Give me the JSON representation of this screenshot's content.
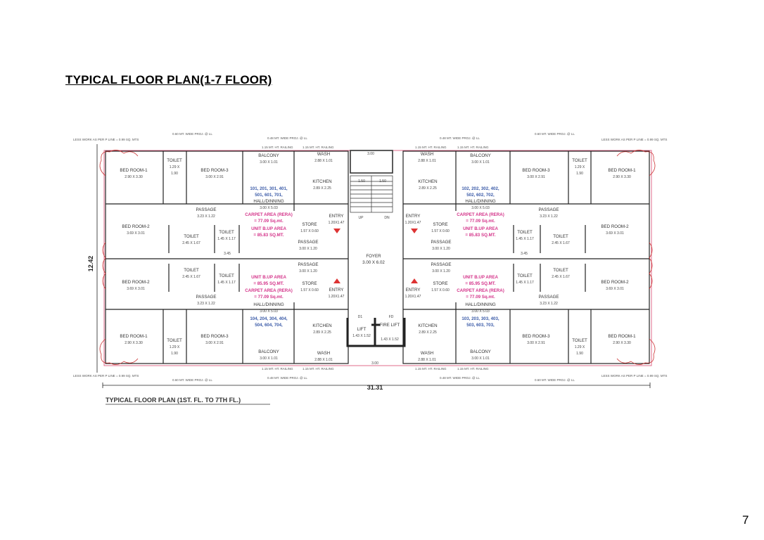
{
  "page": {
    "title": "TYPICAL FLOOR PLAN(1-7 FLOOR)",
    "page_number": "7"
  },
  "plan": {
    "caption": "TYPICAL FLOOR PLAN (1ST. FL. TO 7TH FL.)",
    "overall_width": "31.31",
    "overall_height": "12.42",
    "notes": {
      "less_work_tl": "LESS WORK AS PER P LINE = 0.99 SQ. MTS",
      "less_work_tr": "LESS WORK AS PER P LINE = 0.99 SQ. MTS",
      "less_work_bl": "LESS WORK AS PER P LINE = 0.99 SQ. MTS",
      "less_work_br": "LESS WORK AS PER P LINE = 0.99 SQ. MTS",
      "proj_060": "0.60 MT. WIDE PROJ. @ LL",
      "proj_048": "0.48 MT. WIDE PROJ. @ LL",
      "railing": "1.15 MT. HT. RAILING"
    },
    "core": {
      "foyer": "FOYER",
      "foyer_dim": "3.00 X 6.02",
      "top_width": "3.00",
      "bottom_width": "3.00",
      "up": "UP",
      "dn": "DN",
      "stair_dim": "1.50",
      "lift": "LIFT",
      "lift_dim": "1.43 X 1.52",
      "fire_lift": "FIRE LIFT",
      "fire_lift_dim": "1.43 X 1.52",
      "d1": "D1",
      "fd": "FD"
    },
    "rooms": {
      "bed1": "BED ROOM-1",
      "bed1_dim": "2.90 X 3.30",
      "bed2": "BED ROOM-2",
      "bed2_dim": "3.69 X 3.01",
      "bed3": "BED ROOM-3",
      "bed3_dim": "3.00 X 2.91",
      "toilet": "TOILET",
      "toilet_a": "1.29 X",
      "toilet_b": "1.90",
      "toilet2_dim": "2.45 X 1.67",
      "toilet3_dim": "1.45 X 1.17",
      "passage": "PASSAGE",
      "passage1_dim": "3.23 X 1.22",
      "passage2_dim": "3.00 X 1.20",
      "balcony": "BALCONY",
      "balcony_dim": "3.00 X 1.01",
      "wash": "WASH",
      "wash_dim": "2.88 X 1.01",
      "kitchen": "KITCHEN",
      "kitchen_dim": "2.89 X 2.25",
      "hall": "HALL/DINNING",
      "hall_dim": "3.00 X 5.03",
      "entry": "ENTRY",
      "entry_dim": "1.20X1.47",
      "store": "STORE",
      "store_dim": "1.57 X 0.60",
      "duct": "3.45"
    },
    "areas": {
      "carpet_top": "CARPET AREA (RERA)",
      "carpet_top_val": "= 77.09 Sq.mt.",
      "unit_top": "UNIT B.UP AREA",
      "unit_top_val": "= 85.83 SQ.MT.",
      "unit_bot": "UNIT B.UP AREA",
      "unit_bot_val": "= 85.95 SQ.MT.",
      "carpet_bot": "CARPET AREA (RERA)",
      "carpet_bot_val": "= 77.09 Sq.mt."
    },
    "flats": {
      "tl_1": "101, 201, 301, 401,",
      "tl_2": "501, 601, 701,",
      "tr_1": "102, 202, 302, 402,",
      "tr_2": "502, 602, 702,",
      "bl_1": "104, 204, 304, 404,",
      "bl_2": "504, 604, 704,",
      "br_1": "103, 203, 303, 403,",
      "br_2": "503, 603, 703,"
    }
  }
}
